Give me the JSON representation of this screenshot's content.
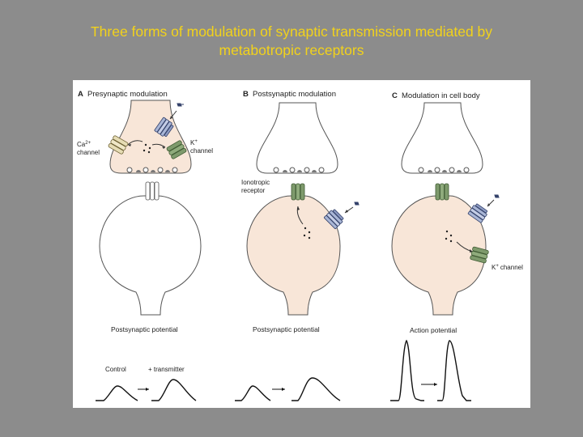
{
  "title": {
    "line1": "Three forms of modulation of synaptic transmission mediated by",
    "line2": "metabotropic receptors"
  },
  "panels": [
    {
      "letter": "A",
      "heading": "Presynaptic modulation",
      "labels": {
        "ca_channel_1": "Ca",
        "ca_channel_sup": "2+",
        "ca_channel_2": "channel",
        "k_channel_1": "K",
        "k_channel_sup": "+",
        "k_channel_2": "channel"
      },
      "trace_heading": "Postsynaptic potential",
      "control_label": "Control",
      "transmitter_label": "+ transmitter"
    },
    {
      "letter": "B",
      "heading": "Postsynaptic modulation",
      "labels": {
        "ionotropic_1": "Ionotropic",
        "ionotropic_2": "receptor"
      },
      "trace_heading": "Postsynaptic potential"
    },
    {
      "letter": "C",
      "heading": "Modulation in cell body",
      "labels": {
        "k_channel_1": "K",
        "k_channel_sup": "+",
        "k_channel_2": "channel"
      },
      "trace_heading": "Action potential"
    }
  ],
  "colors": {
    "slide_background": "#8c8c8c",
    "title_text": "#f2d21b",
    "cell_fill": "#f8e6d8",
    "receptor_blue": "#a9b6d6",
    "channel_green": "#7e9a6c",
    "channel_tan": "#e6dcb4"
  }
}
